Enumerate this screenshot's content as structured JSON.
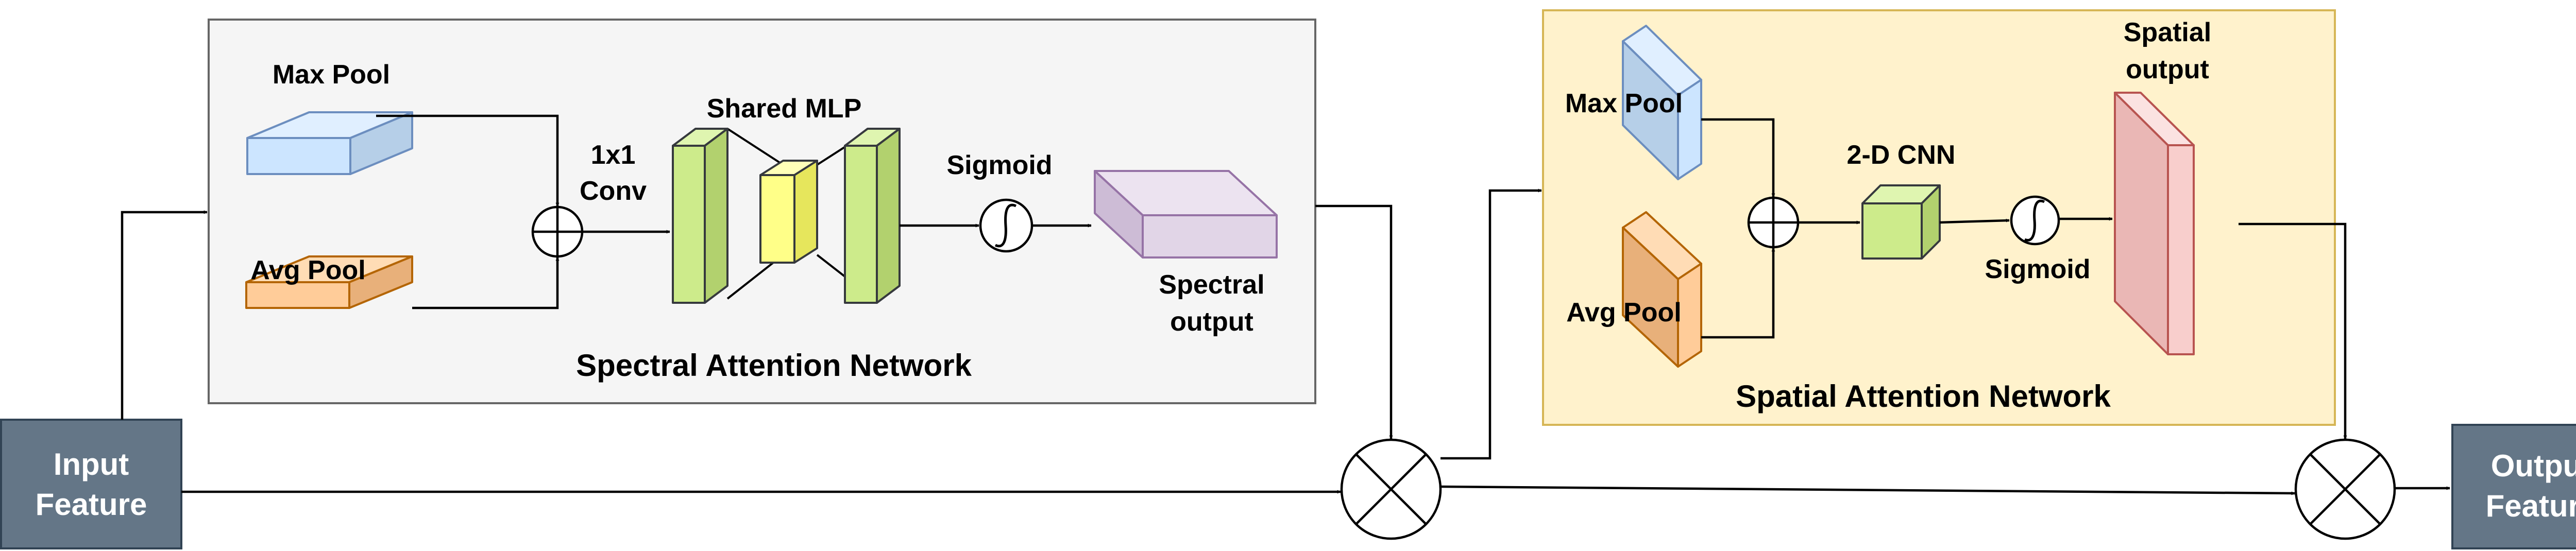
{
  "input": {
    "line1": "Input",
    "line2": "Feature"
  },
  "output": {
    "line1": "Output",
    "line2": "Feature"
  },
  "spectral": {
    "title": "Spectral Attention Network",
    "max_pool": "Max Pool",
    "avg_pool": "Avg Pool",
    "conv_line1": "1x1",
    "conv_line2": "Conv",
    "shared_mlp": "Shared MLP",
    "sigmoid": "Sigmoid",
    "output_line1": "Spectral",
    "output_line2": "output"
  },
  "spatial": {
    "title": "Spatial Attention Network",
    "max_pool": "Max Pool",
    "avg_pool": "Avg Pool",
    "cnn": "2-D CNN",
    "sigmoid": "Sigmoid",
    "output_line1": "Spatial",
    "output_line2": "output"
  },
  "colors": {
    "spectral_bg": "#f5f5f5",
    "spatial_bg": "#fff2cc",
    "spatial_border": "#d6b656",
    "io_box": "#647687",
    "max_pool": "#cce5ff",
    "avg_pool": "#ffcc99",
    "mlp_green": "#cdeb8b",
    "mlp_yellow": "#ffff88",
    "spectral_out": "#e1d5e7",
    "spatial_out": "#f8cecc"
  }
}
